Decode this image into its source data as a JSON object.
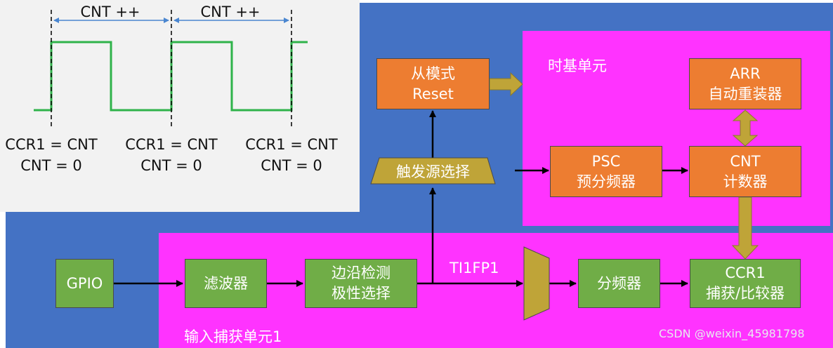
{
  "waveform": {
    "cnt_labels": [
      "CNT ++",
      "CNT ++"
    ],
    "ccr_labels": [
      "CCR1 = CNT",
      "CCR1 = CNT",
      "CCR1 = CNT"
    ],
    "cnt_zero_labels": [
      "CNT = 0",
      "CNT = 0",
      "CNT = 0"
    ]
  },
  "slave_mode": {
    "line1": "从模式",
    "line2": "Reset"
  },
  "trigger_select": {
    "label": "触发源选择"
  },
  "timebase": {
    "title": "时基单元",
    "arr": {
      "line1": "ARR",
      "line2": "自动重装器"
    },
    "psc": {
      "line1": "PSC",
      "line2": "预分频器"
    },
    "cnt": {
      "line1": "CNT",
      "line2": "计数器"
    }
  },
  "capture": {
    "title": "输入捕获单元1",
    "gpio": "GPIO",
    "filter": "滤波器",
    "edge": {
      "line1": "边沿检测",
      "line2": "极性选择"
    },
    "signal": "TI1FP1",
    "prescaler": "分频器",
    "ccr1": {
      "line1": "CCR1",
      "line2": "捕获/比较器"
    }
  },
  "watermark": "CSDN @weixin_45981798",
  "colors": {
    "background_blue": "#4472c4",
    "region_magenta": "#ff33ff",
    "box_orange": "#ed7d31",
    "box_green": "#70ad47",
    "mux_olive": "#bfa438",
    "signal_green": "#2fb34a",
    "dimension_blue": "#4a86d0"
  }
}
